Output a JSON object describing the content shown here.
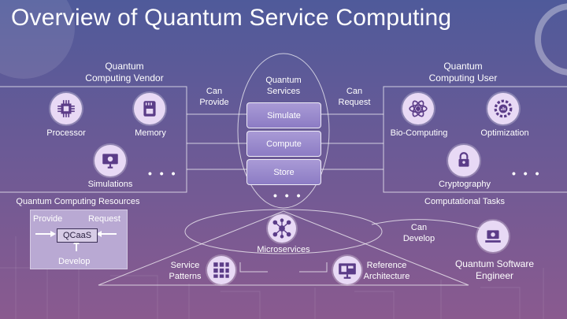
{
  "title": "Overview of Quantum Service Computing",
  "vendor": {
    "header": "Quantum\nComputing Vendor",
    "items": [
      "Processor",
      "Memory",
      "Simulations"
    ],
    "more": "• • •",
    "footer": "Quantum Computing Resources"
  },
  "user": {
    "header": "Quantum\nComputing User",
    "items": [
      "Bio-Computing",
      "Optimization",
      "Cryptography"
    ],
    "more": "• • •",
    "footer": "Computational Tasks"
  },
  "center": {
    "header": "Quantum\nServices",
    "services": [
      "Simulate",
      "Compute",
      "Store"
    ],
    "more": "• • •"
  },
  "edges": {
    "can_provide": "Can\nProvide",
    "can_request": "Can\nRequest",
    "can_develop": "Can\nDevelop"
  },
  "qcaas_box": {
    "provide": "Provide",
    "request": "Request",
    "core": "QCaaS",
    "develop": "Develop"
  },
  "bottom": {
    "microservices": "Microservices",
    "service_patterns": "Service\nPatterns",
    "reference_architecture": "Reference\nArchitecture",
    "engineer": "Quantum Software\nEngineer"
  }
}
